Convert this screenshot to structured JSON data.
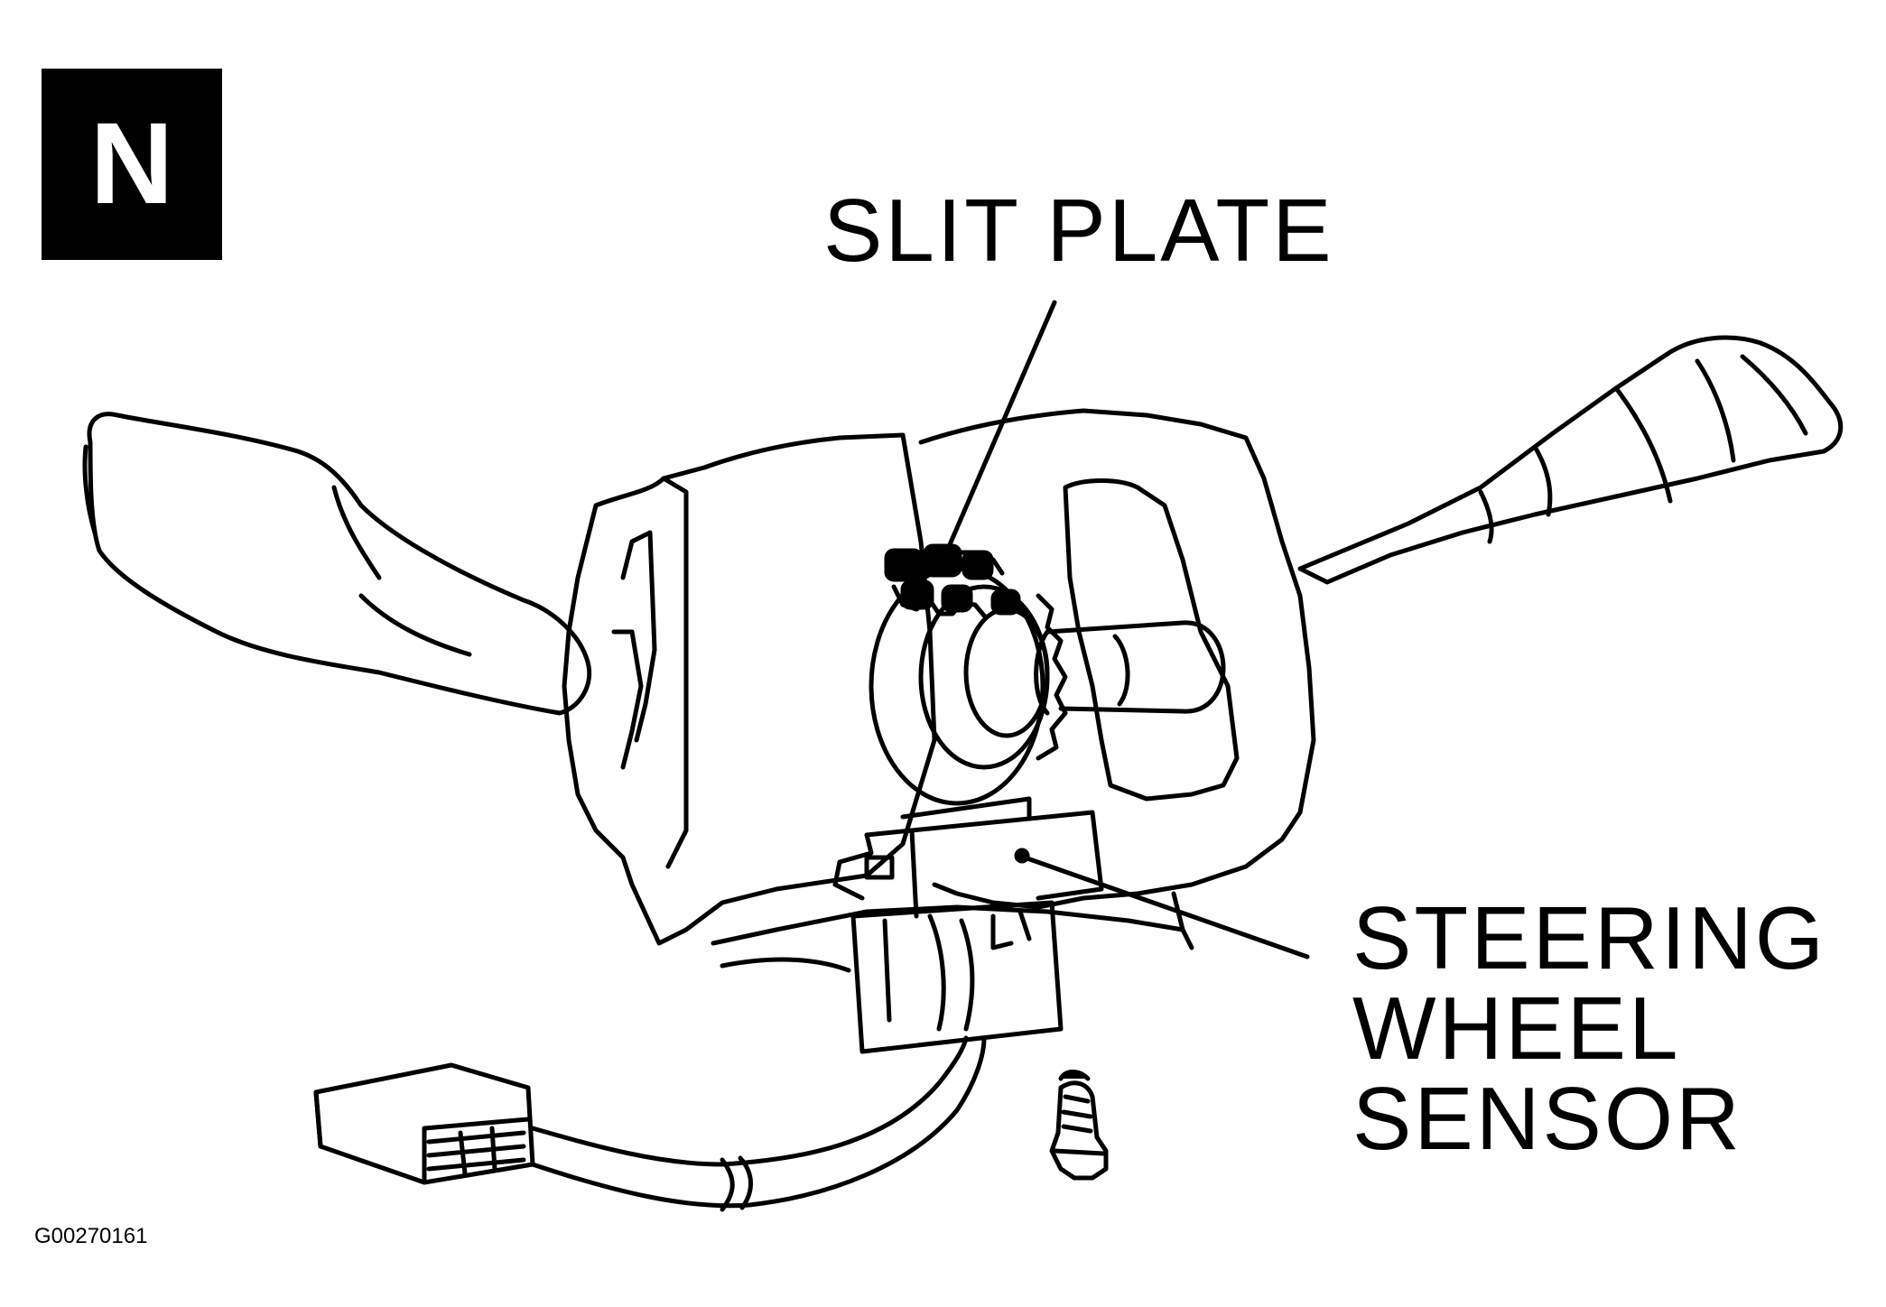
{
  "badge": {
    "letter": "N"
  },
  "labels": {
    "slit_plate": "SLIT PLATE",
    "steering_wheel_sensor": [
      "STEERING",
      "WHEEL",
      "SENSOR"
    ]
  },
  "figure_code": "G00270161",
  "colors": {
    "ink": "#000000",
    "paper": "#ffffff"
  },
  "parts": [
    "combination-switch-body",
    "left-lever",
    "right-lever",
    "slit-plate",
    "steering-shaft",
    "steering-wheel-sensor",
    "connector",
    "screw"
  ]
}
